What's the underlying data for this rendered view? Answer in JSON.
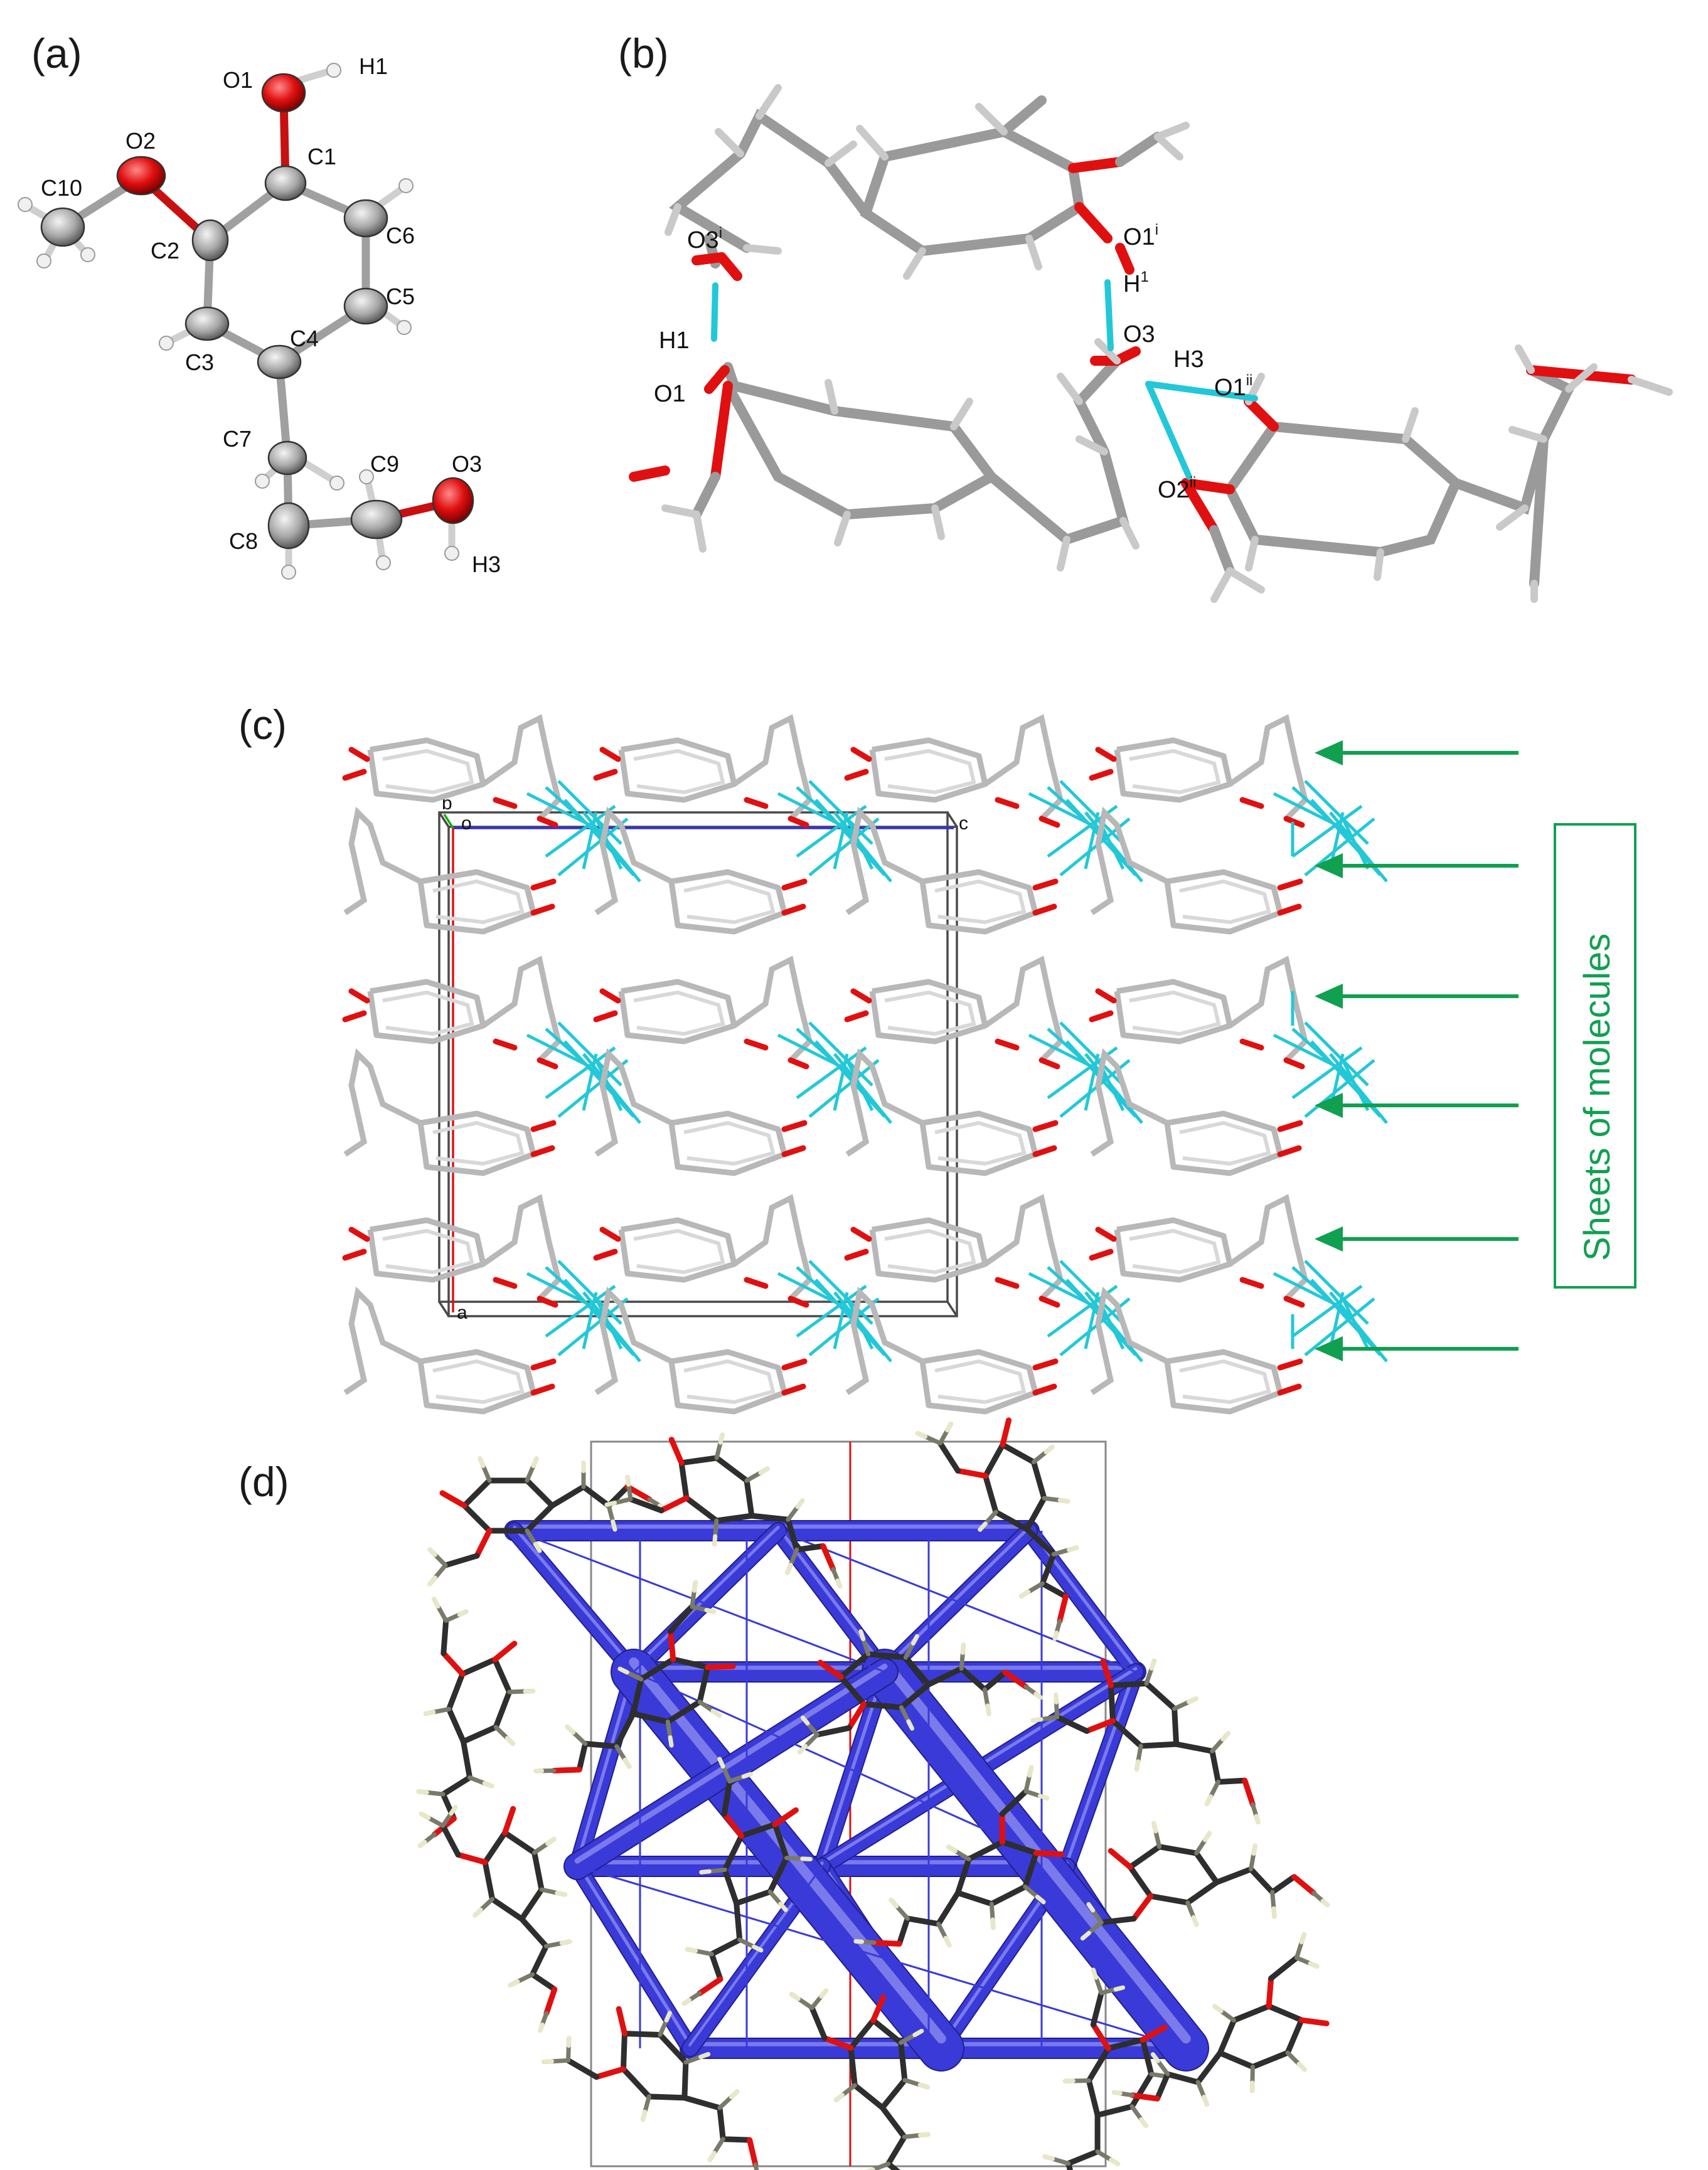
{
  "panels": {
    "a": {
      "label": "(a)",
      "atoms": [
        "O1",
        "H1",
        "O2",
        "C1",
        "C10",
        "C6",
        "C2",
        "C5",
        "C3",
        "C4",
        "C7",
        "C9",
        "O3",
        "C8",
        "H3"
      ]
    },
    "b": {
      "label": "(b)",
      "labels": {
        "o3i": "O3",
        "o3i_sup": "i",
        "o1i": "O1",
        "o1i_sup": "i",
        "h1sup": "H",
        "h1sup_sup": "1",
        "h1": "H1",
        "o1": "O1",
        "o3": "O3",
        "h3": "H3",
        "o1ii": "O1",
        "o1ii_sup": "ii",
        "o2ii": "O2",
        "o2ii_sup": "ii"
      }
    },
    "c": {
      "label": "(c)",
      "axes": {
        "b": "b",
        "o": "o",
        "c": "c",
        "a": "a"
      },
      "sheet_label": "Sheets of molecules",
      "arrow_count": 6
    },
    "d": {
      "label": "(d)"
    }
  },
  "colors": {
    "carbon_bond": "#9a9a9a",
    "oxygen": "#e01010",
    "hydrogen_bond": "#22c8d8",
    "sheet_arrow": "#10a050",
    "framework": "#3a3ad8",
    "axis_a": "#e01010",
    "axis_c": "#3030e0",
    "axis_b": "#10b010"
  }
}
